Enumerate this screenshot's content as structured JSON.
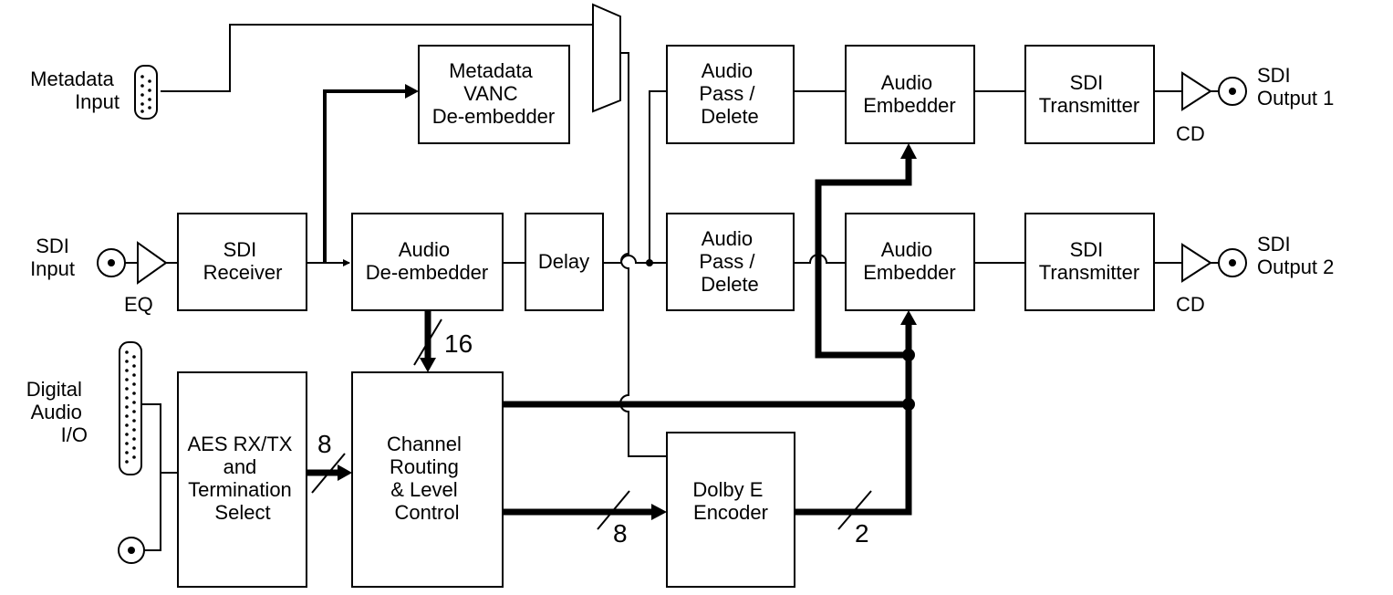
{
  "blocks": {
    "metadata_vanc": [
      "Metadata",
      "VANC",
      "De-embedder"
    ],
    "sdi_receiver": [
      "SDI",
      "Receiver"
    ],
    "audio_deembedder": [
      "Audio",
      "De-embedder"
    ],
    "delay": [
      "Delay"
    ],
    "audio_pass_delete_1": [
      "Audio",
      "Pass /",
      "Delete"
    ],
    "audio_pass_delete_2": [
      "Audio",
      "Pass /",
      "Delete"
    ],
    "audio_embedder_1": [
      "Audio",
      "Embedder"
    ],
    "audio_embedder_2": [
      "Audio",
      "Embedder"
    ],
    "sdi_transmitter_1": [
      "SDI",
      "Transmitter"
    ],
    "sdi_transmitter_2": [
      "SDI",
      "Transmitter"
    ],
    "aes_rx_tx": [
      "AES RX/TX",
      "and",
      "Termination",
      "Select"
    ],
    "channel_routing": [
      "Channel",
      "Routing",
      "& Level",
      "Control"
    ],
    "dolby_e_encoder": [
      "Dolby E",
      "Encoder"
    ]
  },
  "labels": {
    "metadata_input": [
      "Metadata",
      "Input"
    ],
    "sdi_input": [
      "SDI",
      "Input"
    ],
    "digital_audio_io": [
      "Digital",
      "Audio",
      "I/O"
    ],
    "sdi_output_1": [
      "SDI",
      "Output 1"
    ],
    "sdi_output_2": [
      "SDI",
      "Output 2"
    ],
    "eq": "EQ",
    "cd_1": "CD",
    "cd_2": "CD"
  },
  "bus_widths": {
    "deembedder_to_routing": "16",
    "aes_to_routing": "8",
    "routing_to_dolby": "8",
    "dolby_out": "2"
  }
}
